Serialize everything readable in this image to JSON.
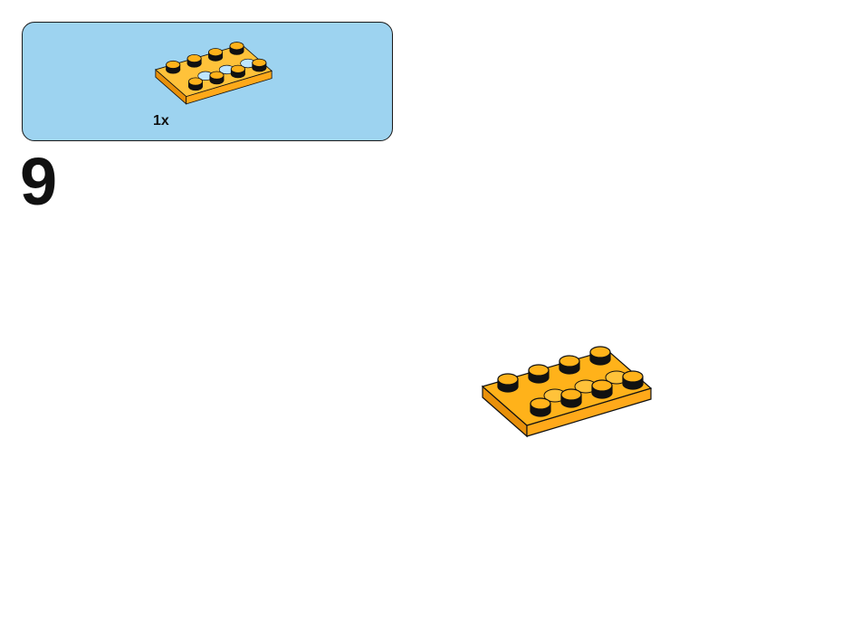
{
  "parts_callout": {
    "quantity_label": "1x",
    "part_icon": "orange-technic-plate-2x4-with-holes"
  },
  "step": {
    "number": "9"
  },
  "assembly": {
    "icon": "orange-technic-plate-2x4-with-holes"
  },
  "colors": {
    "callout_background": "#9dd3f0",
    "brick_orange": "#ffa91a",
    "brick_shadow": "#e8900a",
    "outline": "#111111"
  }
}
